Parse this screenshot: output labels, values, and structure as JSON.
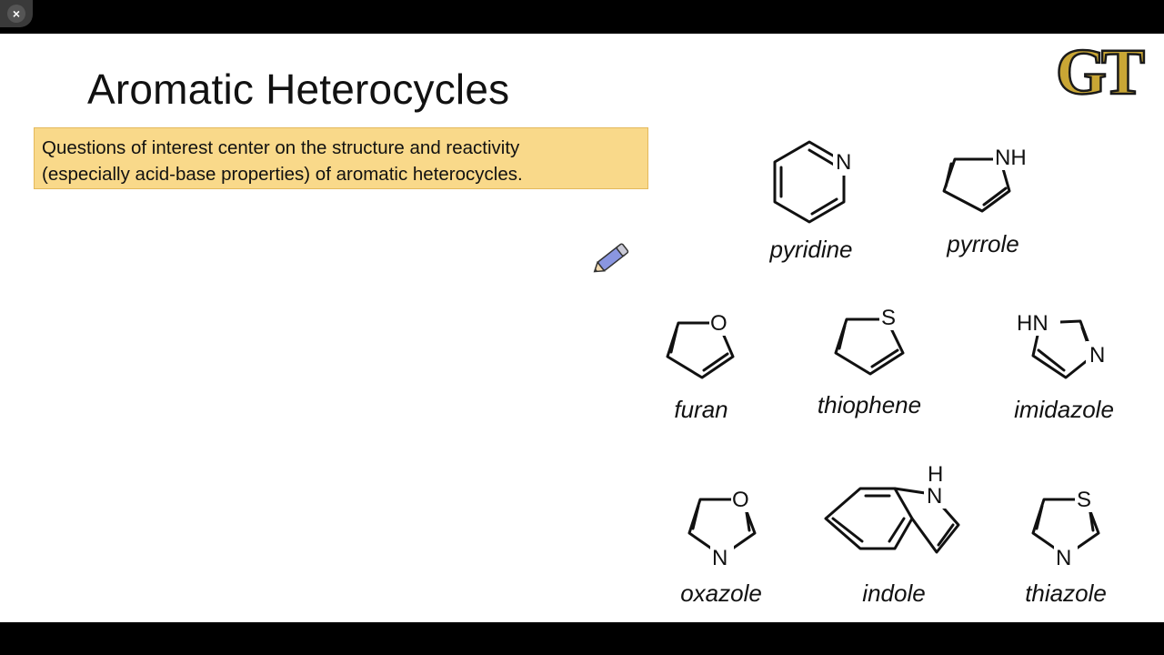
{
  "player": {
    "close_button": "×"
  },
  "slide": {
    "title": "Aromatic Heterocycles",
    "callout_lines": [
      "Questions of interest center on the structure and reactivity",
      "(especially acid-base properties) of aromatic heterocycles."
    ],
    "logo_text": "GT",
    "logo_color": "#c9a635",
    "callout_color": "#f9d98a",
    "annotation_tool": "pencil-icon"
  },
  "molecules": [
    {
      "name": "pyridine",
      "atoms": [
        "N"
      ]
    },
    {
      "name": "pyrrole",
      "atoms": [
        "NH"
      ]
    },
    {
      "name": "furan",
      "atoms": [
        "O"
      ]
    },
    {
      "name": "thiophene",
      "atoms": [
        "S"
      ]
    },
    {
      "name": "imidazole",
      "atoms": [
        "HN",
        "N"
      ]
    },
    {
      "name": "oxazole",
      "atoms": [
        "O",
        "N"
      ]
    },
    {
      "name": "indole",
      "atoms": [
        "H",
        "N"
      ]
    },
    {
      "name": "thiazole",
      "atoms": [
        "S",
        "N"
      ]
    }
  ]
}
